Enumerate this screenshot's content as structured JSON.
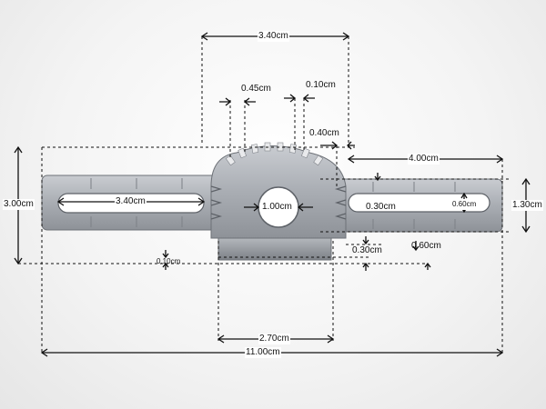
{
  "dimensions": {
    "top_width": "3.40cm",
    "tab_width": "0.45cm",
    "tab_gap": "0.10cm",
    "tab_depth": "0.40cm",
    "arm_length": "4.00cm",
    "overall_height": "3.00cm",
    "slot_length": "3.40cm",
    "hole_diameter": "1.00cm",
    "slot_end_offset": "0.30cm",
    "slot_width": "0.60cm",
    "arm_height": "1.30cm",
    "lip_offset": "0.30cm",
    "arm_edge_offset": "0.60cm",
    "lip_thickness": "0.10cm",
    "lip_width": "2.70cm",
    "overall_width": "11.00cm"
  }
}
